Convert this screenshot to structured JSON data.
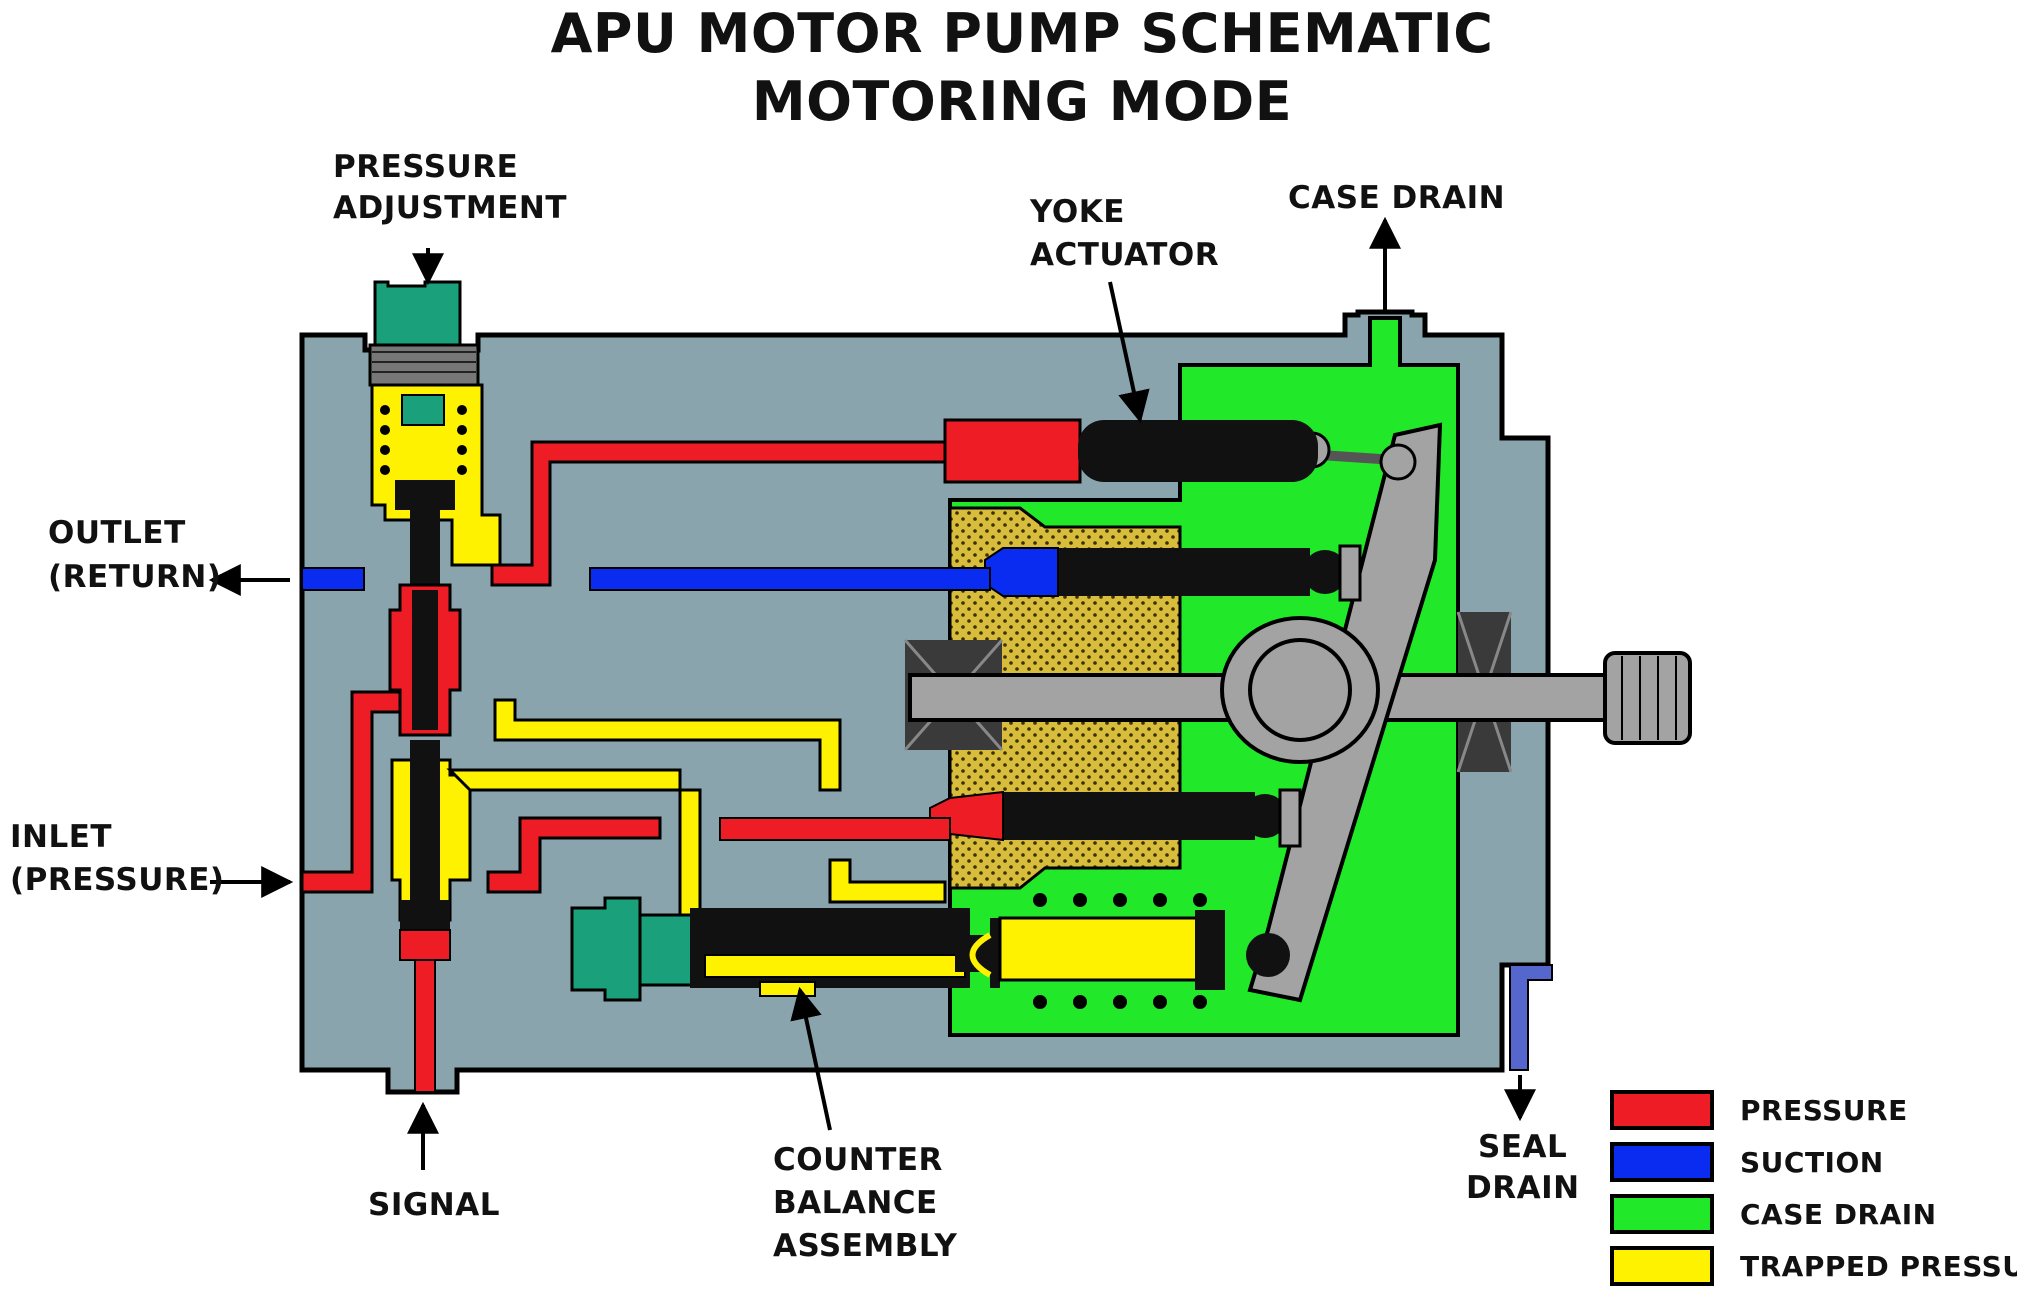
{
  "title": {
    "line1": "APU MOTOR PUMP SCHEMATIC",
    "line2": "MOTORING MODE"
  },
  "labels": {
    "pressure_adjustment": [
      "PRESSURE",
      "ADJUSTMENT"
    ],
    "yoke_actuator": [
      "YOKE",
      "ACTUATOR"
    ],
    "case_drain": "CASE DRAIN",
    "outlet": [
      "OUTLET",
      "(RETURN)"
    ],
    "inlet": [
      "INLET",
      "(PRESSURE)"
    ],
    "signal": "SIGNAL",
    "counter_balance": [
      "COUNTER",
      "BALANCE",
      "ASSEMBLY"
    ],
    "seal_drain": [
      "SEAL",
      "DRAIN"
    ]
  },
  "legend": [
    {
      "label": "PRESSURE",
      "color": "#ee1c24"
    },
    {
      "label": "SUCTION",
      "color": "#0a2cf0"
    },
    {
      "label": "CASE DRAIN",
      "color": "#22e82a"
    },
    {
      "label": "TRAPPED PRESSURE",
      "color": "#fff200"
    }
  ],
  "colors": {
    "housing": "#8aa4ad",
    "pressure": "#ee1c24",
    "suction": "#0a2cf0",
    "case_drain": "#22e82a",
    "trapped": "#fff200",
    "adjuster": "#1aa07a",
    "steel": "#a3a3a3",
    "dotted_block": "#d9b93a",
    "seal_drain_line": "#5566cc"
  }
}
